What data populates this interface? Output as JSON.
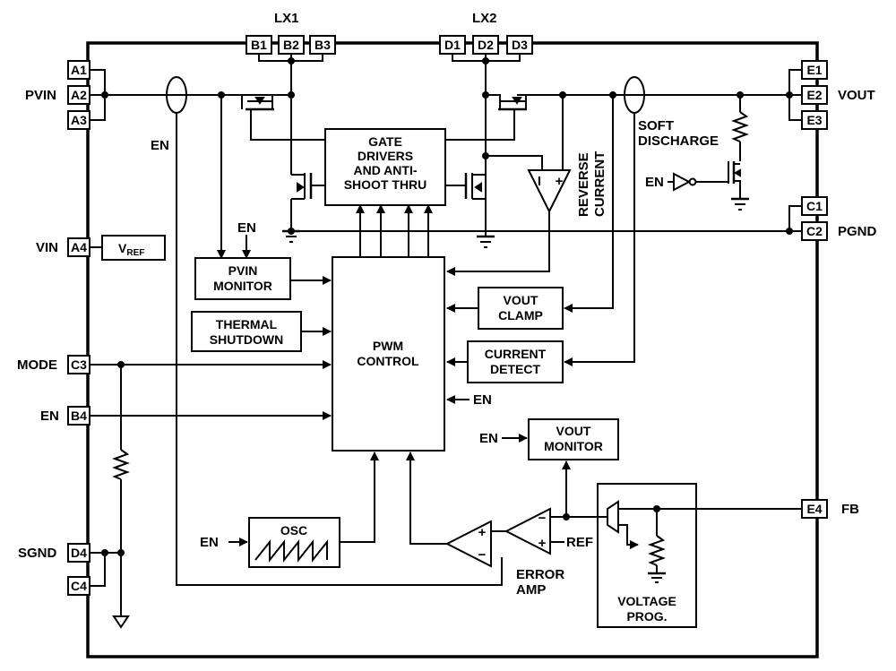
{
  "pins": {
    "a1": "A1",
    "a2": "A2",
    "a3": "A3",
    "a4": "A4",
    "b1": "B1",
    "b2": "B2",
    "b3": "B3",
    "b4": "B4",
    "c1": "C1",
    "c2": "C2",
    "c3": "C3",
    "c4": "C4",
    "d1": "D1",
    "d2": "D2",
    "d3": "D3",
    "d4": "D4",
    "e1": "E1",
    "e2": "E2",
    "e3": "E3",
    "e4": "E4"
  },
  "pin_names": {
    "lx1": "LX1",
    "lx2": "LX2",
    "pvin": "PVIN",
    "vout": "VOUT",
    "pgnd": "PGND",
    "vin": "VIN",
    "mode": "MODE",
    "en": "EN",
    "sgnd": "SGND",
    "fb": "FB"
  },
  "blocks": {
    "gate_drivers": [
      "GATE",
      "DRIVERS",
      "AND ANTI-",
      "SHOOT THRU"
    ],
    "vref_main": "V",
    "vref_sub": "REF",
    "pvin_monitor": [
      "PVIN",
      "MONITOR"
    ],
    "thermal_shutdown": [
      "THERMAL",
      "SHUTDOWN"
    ],
    "pwm_control": [
      "PWM",
      "CONTROL"
    ],
    "vout_clamp": [
      "VOUT",
      "CLAMP"
    ],
    "current_detect": [
      "CURRENT",
      "DETECT"
    ],
    "vout_monitor": [
      "VOUT",
      "MONITOR"
    ],
    "osc": "OSC",
    "voltage_prog": [
      "VOLTAGE",
      "PROG."
    ]
  },
  "labels": {
    "en": "EN",
    "reverse_current": [
      "REVERSE",
      "CURRENT"
    ],
    "soft_discharge": [
      "SOFT",
      "DISCHARGE"
    ],
    "ref": "REF",
    "error_amp": [
      "ERROR",
      "AMP"
    ],
    "plus": "+",
    "minus": "−",
    "i_sym": "I"
  }
}
